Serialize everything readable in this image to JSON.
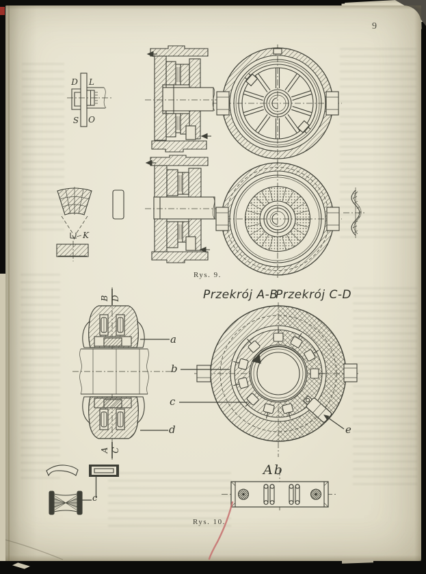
{
  "page": {
    "number": "9"
  },
  "colors": {
    "paper": "#e9e5d3",
    "ink": "#3f4037",
    "background": "#0c0c0a",
    "pencil_mark": "#c56f6d",
    "red_edge_mark": "#9c3129"
  },
  "fig9": {
    "caption": "Rys. 9.",
    "disc": {
      "top_left": "D",
      "top_right": "L",
      "bottom_left": "S",
      "bottom_right": "O"
    },
    "pad_label": "K"
  },
  "fig10": {
    "caption": "Rys. 10.",
    "headings": {
      "section_ab": "Przekrój A-B",
      "section_cd": "Przekrój C-D"
    },
    "marks": {
      "top_left": "B",
      "top_right": "D",
      "bottom_left": "A",
      "bottom_right": "C"
    },
    "parts": {
      "a": "a",
      "b": "b",
      "c": "c",
      "d": "d",
      "e": "e"
    },
    "detail_heading": "Ab",
    "roller_label": "c"
  }
}
